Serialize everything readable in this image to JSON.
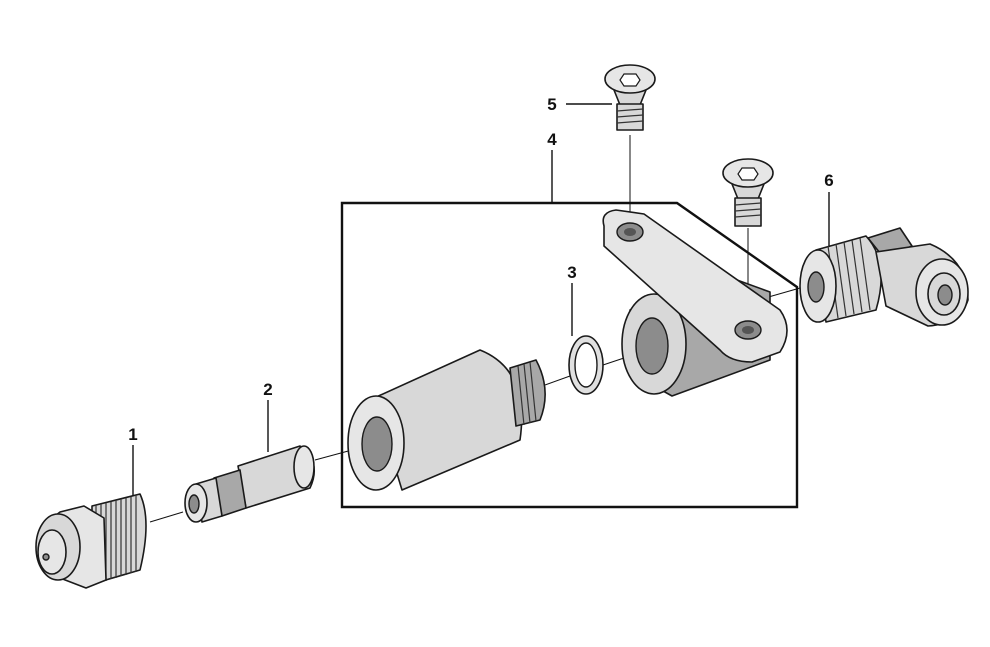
{
  "callouts": [
    {
      "id": "1",
      "label": "1"
    },
    {
      "id": "2",
      "label": "2"
    },
    {
      "id": "3",
      "label": "3"
    },
    {
      "id": "4",
      "label": "4"
    },
    {
      "id": "5",
      "label": "5"
    },
    {
      "id": "6",
      "label": "6"
    }
  ],
  "colors": {
    "line": "#111111",
    "part_fill": "#d8d8d8",
    "part_shadow": "#a8a8a8",
    "hole": "#8c8c8c",
    "background": "#ffffff"
  }
}
